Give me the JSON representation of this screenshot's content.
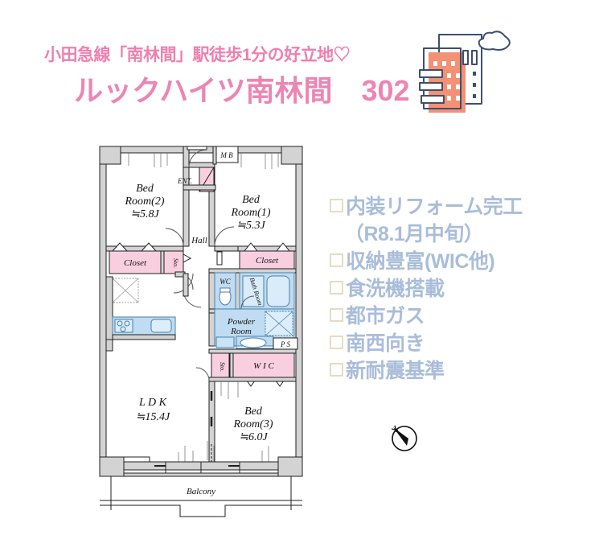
{
  "header": {
    "subtitle": "小田急線「南林間」駅徒歩1分の好立地♡",
    "title": "ルックハイツ南林間　302",
    "subtitle_color": "#ef7fae",
    "title_color": "#ec85b4"
  },
  "illustration": {
    "building_name": "apartment-building-illustration",
    "cloud_name": "cloud-illustration",
    "building_fill": "#f49073",
    "outline_color": "#3d4f6e"
  },
  "features": {
    "checkbox_color": "#e6dcc0",
    "text_color": "#a9bdda",
    "items": [
      {
        "label": "内装リフォーム完工",
        "checkbox": true
      },
      {
        "label": "（R8.1月中旬）",
        "checkbox": false
      },
      {
        "label": "収納豊富(WIC他)",
        "checkbox": true
      },
      {
        "label": "食洗機搭載",
        "checkbox": true
      },
      {
        "label": "都市ガス",
        "checkbox": true
      },
      {
        "label": "南西向き",
        "checkbox": true
      },
      {
        "label": "新耐震基準",
        "checkbox": true
      }
    ]
  },
  "compass": {
    "name": "north-compass",
    "direction": "north-west"
  },
  "floorplan": {
    "wall_fill": "#d4d4d4",
    "wall_stroke": "#2b2b2b",
    "closet_fill": "#f9cfdf",
    "water_fill": "#bfdcf2",
    "rooms": [
      {
        "id": "bedroom2",
        "lines": [
          "Bed",
          "Room(2)",
          "≒5.8J"
        ]
      },
      {
        "id": "bedroom1",
        "lines": [
          "Bed",
          "Room(1)",
          "≒5.3J"
        ]
      },
      {
        "id": "bedroom3",
        "lines": [
          "Bed",
          "Room(3)",
          "≒6.0J"
        ]
      },
      {
        "id": "ldk",
        "lines": [
          "L D K",
          "≒15.4J"
        ]
      }
    ],
    "labels": {
      "mb": "M B",
      "entrance": "ENT.",
      "hall": "Hall",
      "closet_left": "Closet",
      "closet_right": "Closet",
      "storage_left": "Sto.",
      "storage_mid": "Sto.",
      "wc": "WC",
      "bath_room": "Bath Room",
      "powder_room_l1": "Powder",
      "powder_room_l2": "Room",
      "ps": "P S",
      "wic": "W I C",
      "balcony": "Balcony",
      "bed_l1": "Bed",
      "bed2_l2": "Room(2)",
      "bed2_l3": "≒5.8J",
      "bed1_l2": "Room(1)",
      "bed1_l3": "≒5.3J",
      "bed3_l2": "Room(3)",
      "bed3_l3": "≒6.0J",
      "ldk_l1": "L D K",
      "ldk_l2": "≒15.4J"
    }
  }
}
